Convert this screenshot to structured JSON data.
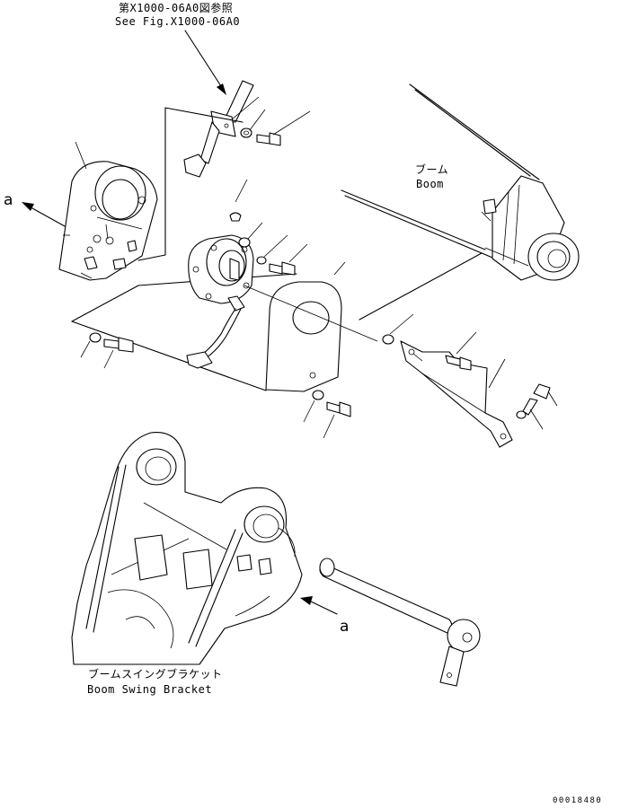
{
  "callouts": {
    "ref_jp": "第X1000-06A0図参照",
    "ref_en": "See Fig.X1000-06A0",
    "boom_jp": "ブーム",
    "boom_en": "Boom",
    "bracket_jp": "ブームスイングブラケット",
    "bracket_en": "Boom Swing Bracket",
    "view_a_left": "a",
    "view_a_lower": "a"
  },
  "drawing_no": "00018480",
  "colors": {
    "line": "#000000",
    "background": "#ffffff"
  }
}
